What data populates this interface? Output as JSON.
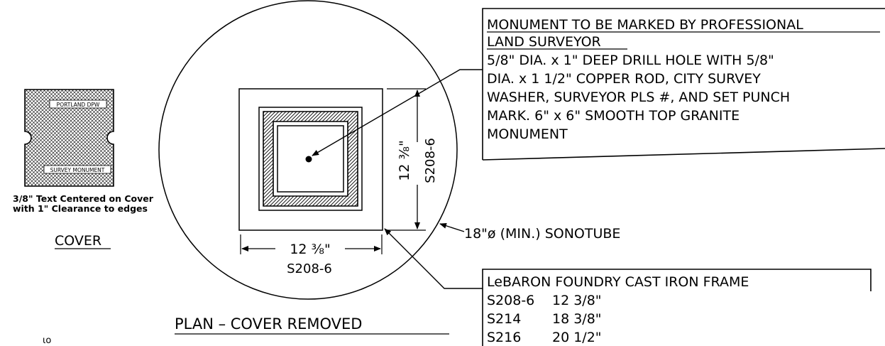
{
  "cover": {
    "top_label": "PORTLAND DPW",
    "bottom_label": "SURVEY MONUMENT",
    "note_line1": "3/8\" Text Centered on Cover",
    "note_line2": "with 1\" Clearance to edges",
    "title": "COVER"
  },
  "plan": {
    "dim_horizontal_value": "12 ⅜\"",
    "dim_horizontal_model": "S208-6",
    "dim_vertical_value": "12 ⅜\"",
    "dim_vertical_model": "S208-6",
    "title": "PLAN – COVER REMOVED"
  },
  "monument_note": {
    "heading_line1": "MONUMENT TO BE MARKED BY PROFESSIONAL",
    "heading_line2": "LAND SURVEYOR",
    "lines": [
      "5/8\" DIA. x 1\" DEEP DRILL HOLE WITH 5/8\"",
      "DIA. x  1 1/2\" COPPER ROD, CITY SURVEY",
      "WASHER,  SURVEYOR PLS #, AND SET PUNCH",
      "MARK. 6\" x 6\" SMOOTH TOP GRANITE",
      "MONUMENT"
    ]
  },
  "sonotube_label": "18\"ø (MIN.) SONOTUBE",
  "frame_note": {
    "heading": "LeBARON FOUNDRY CAST IRON FRAME",
    "rows": [
      {
        "model": "S208-6",
        "size": "12 3/8\""
      },
      {
        "model": "S214",
        "size": "18 3/8\""
      },
      {
        "model": "S216",
        "size": "20 1/2\""
      }
    ]
  },
  "corner_mark": "ιo"
}
